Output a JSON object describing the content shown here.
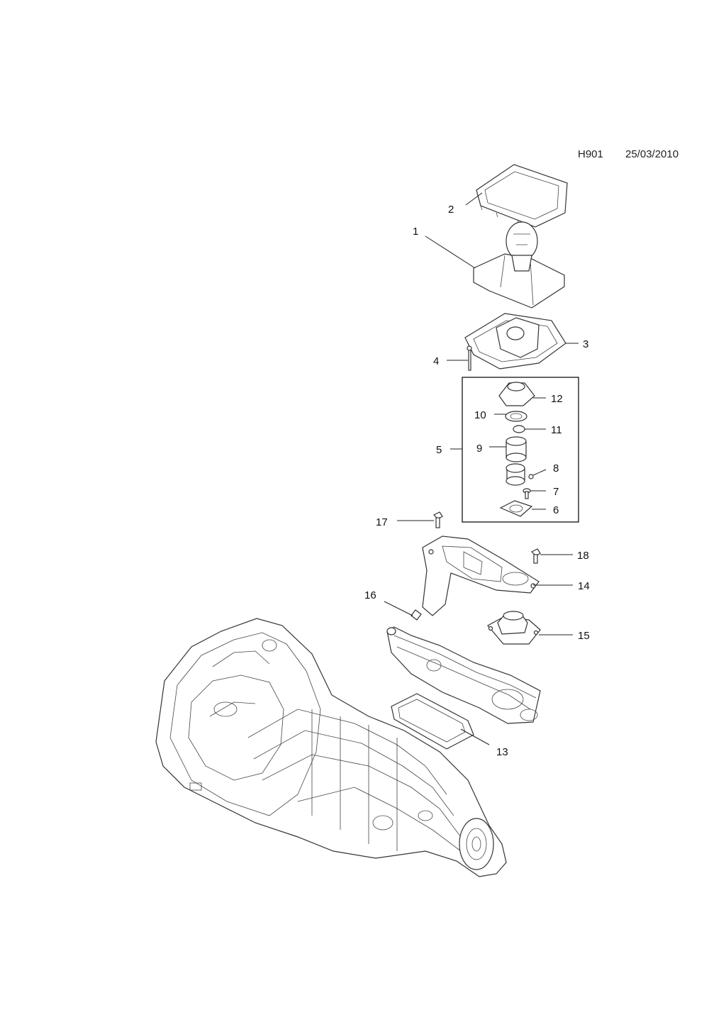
{
  "header": {
    "code": "H901",
    "date": "25/03/2010"
  },
  "callouts": [
    "1",
    "2",
    "3",
    "4",
    "5",
    "6",
    "7",
    "8",
    "9",
    "10",
    "11",
    "12",
    "13",
    "14",
    "15",
    "16",
    "17",
    "18"
  ]
}
